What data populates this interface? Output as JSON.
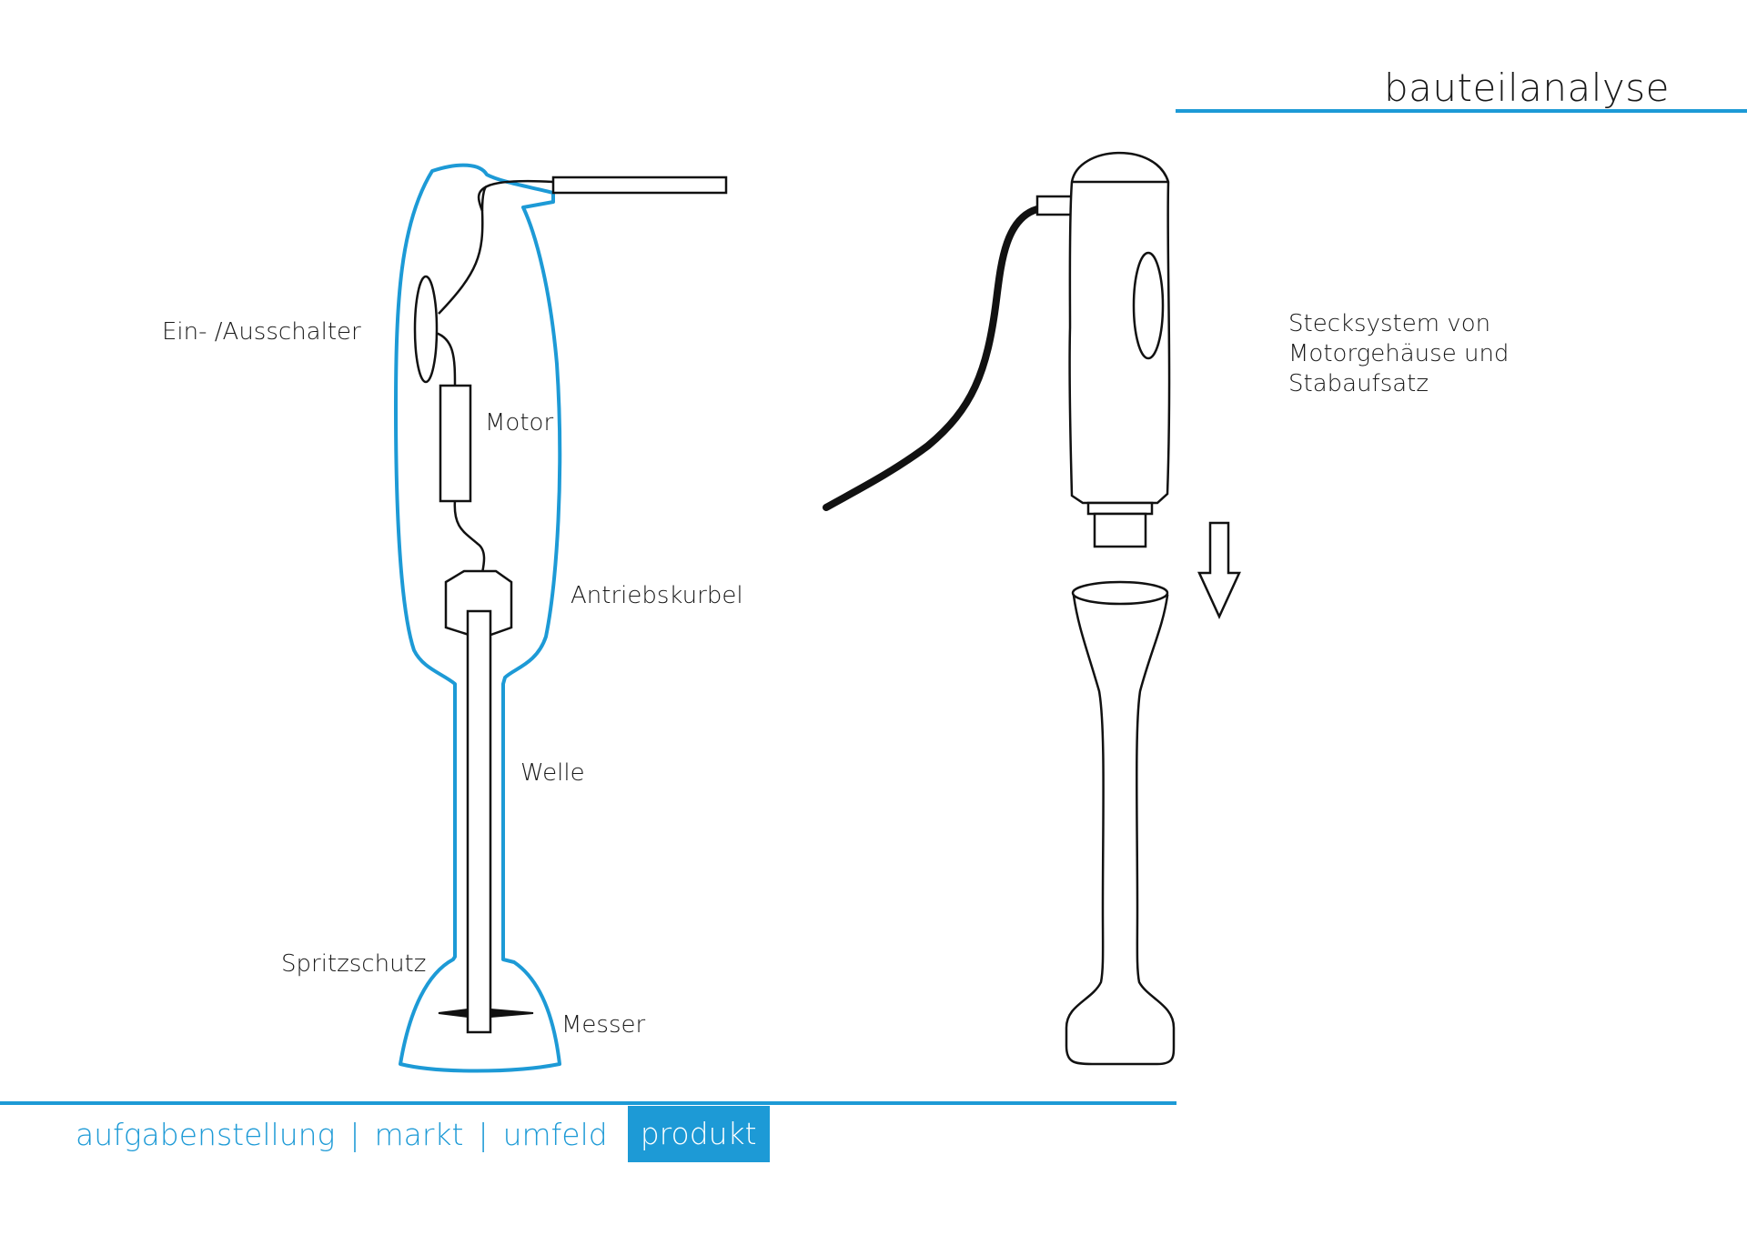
{
  "header": {
    "title": "bauteilanalyse"
  },
  "labels": {
    "switch": "Ein- /Ausschalter",
    "motor": "Motor",
    "crank": "Antriebskurbel",
    "shaft": "Welle",
    "guard": "Spritzschutz",
    "blade": "Messer"
  },
  "note": {
    "lines": [
      "Stecksystem von",
      "Motorgehäuse und",
      "Stabaufsatz"
    ]
  },
  "nav": {
    "items": [
      "aufgabenstellung",
      "markt",
      "umfeld"
    ],
    "separator": "|",
    "active": "produkt"
  },
  "colors": {
    "accent": "#1d9ad6",
    "line": "#111111"
  }
}
